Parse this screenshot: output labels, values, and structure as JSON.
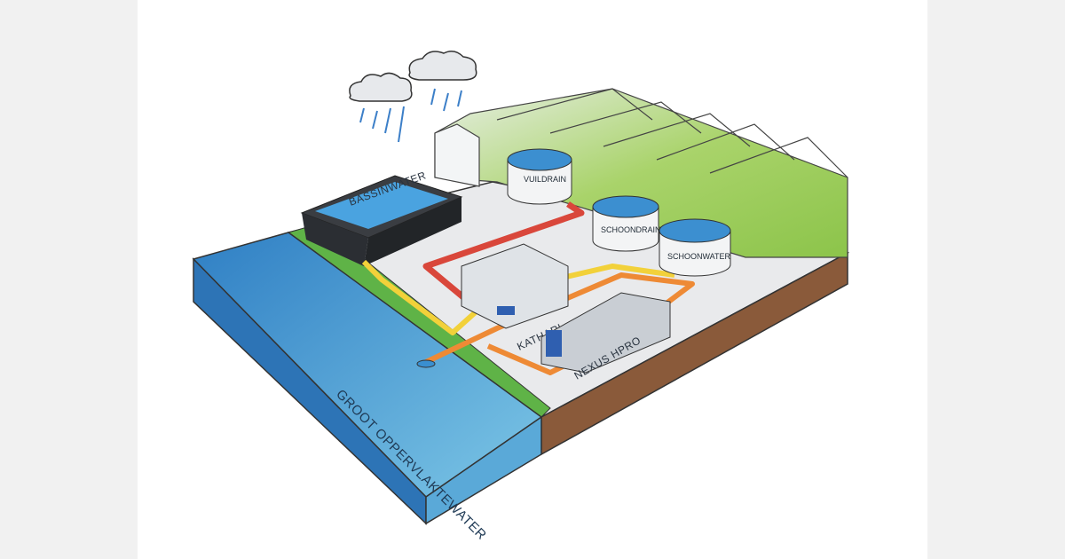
{
  "labels": {
    "basin": "BASSINWATER",
    "tank_dirty": "VUILDRAIN",
    "tank_clean_drain": "SCHOONDRAIN",
    "tank_clean_water": "SCHOONWATER",
    "unit_1": "KATHARI",
    "unit_2": "NEXUS HPRO",
    "surface_water": "GROOT OPPERVLAKTEWATER"
  },
  "colors": {
    "water": "#3a8fd0",
    "pipe_red": "#d9473b",
    "pipe_yellow": "#f2d13a",
    "pipe_orange": "#ee8a35",
    "greenhouse": "#9fcf5a"
  }
}
